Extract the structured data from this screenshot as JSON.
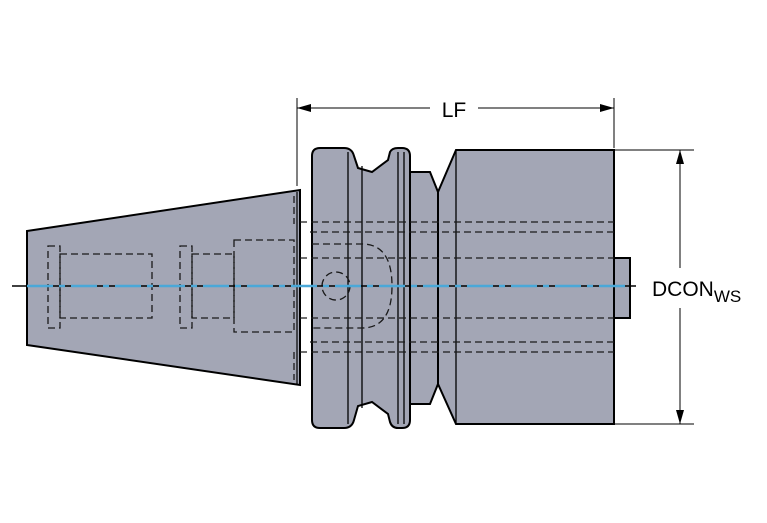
{
  "dimensions": {
    "lf": {
      "label": "LF"
    },
    "dcon": {
      "label": "DCON",
      "subscript": "WS"
    }
  },
  "colors": {
    "body_fill": "#a3a6b5",
    "outline": "#000000",
    "centerline": "#4aa8d8",
    "hidden_line": "#1a1a1a"
  }
}
